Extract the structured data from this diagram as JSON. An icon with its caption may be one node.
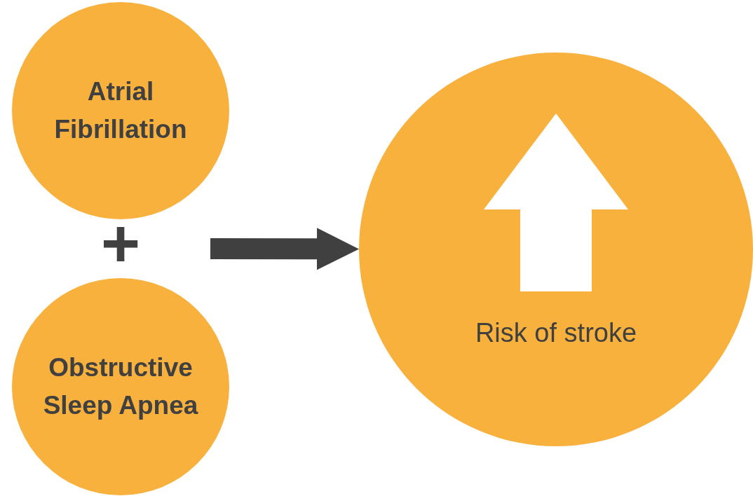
{
  "diagram": {
    "nodes": [
      {
        "text": [
          "Atrial Fibrillation"
        ]
      },
      {
        "text": [
          "Obstructive Sleep Apnea"
        ]
      },
      {
        "text": [
          "Risk of stroke"
        ]
      }
    ],
    "edges": [
      {
        "from": null,
        "to": 2,
        "arrow": "to"
      }
    ],
    "labels": [
      "+"
    ]
  }
}
